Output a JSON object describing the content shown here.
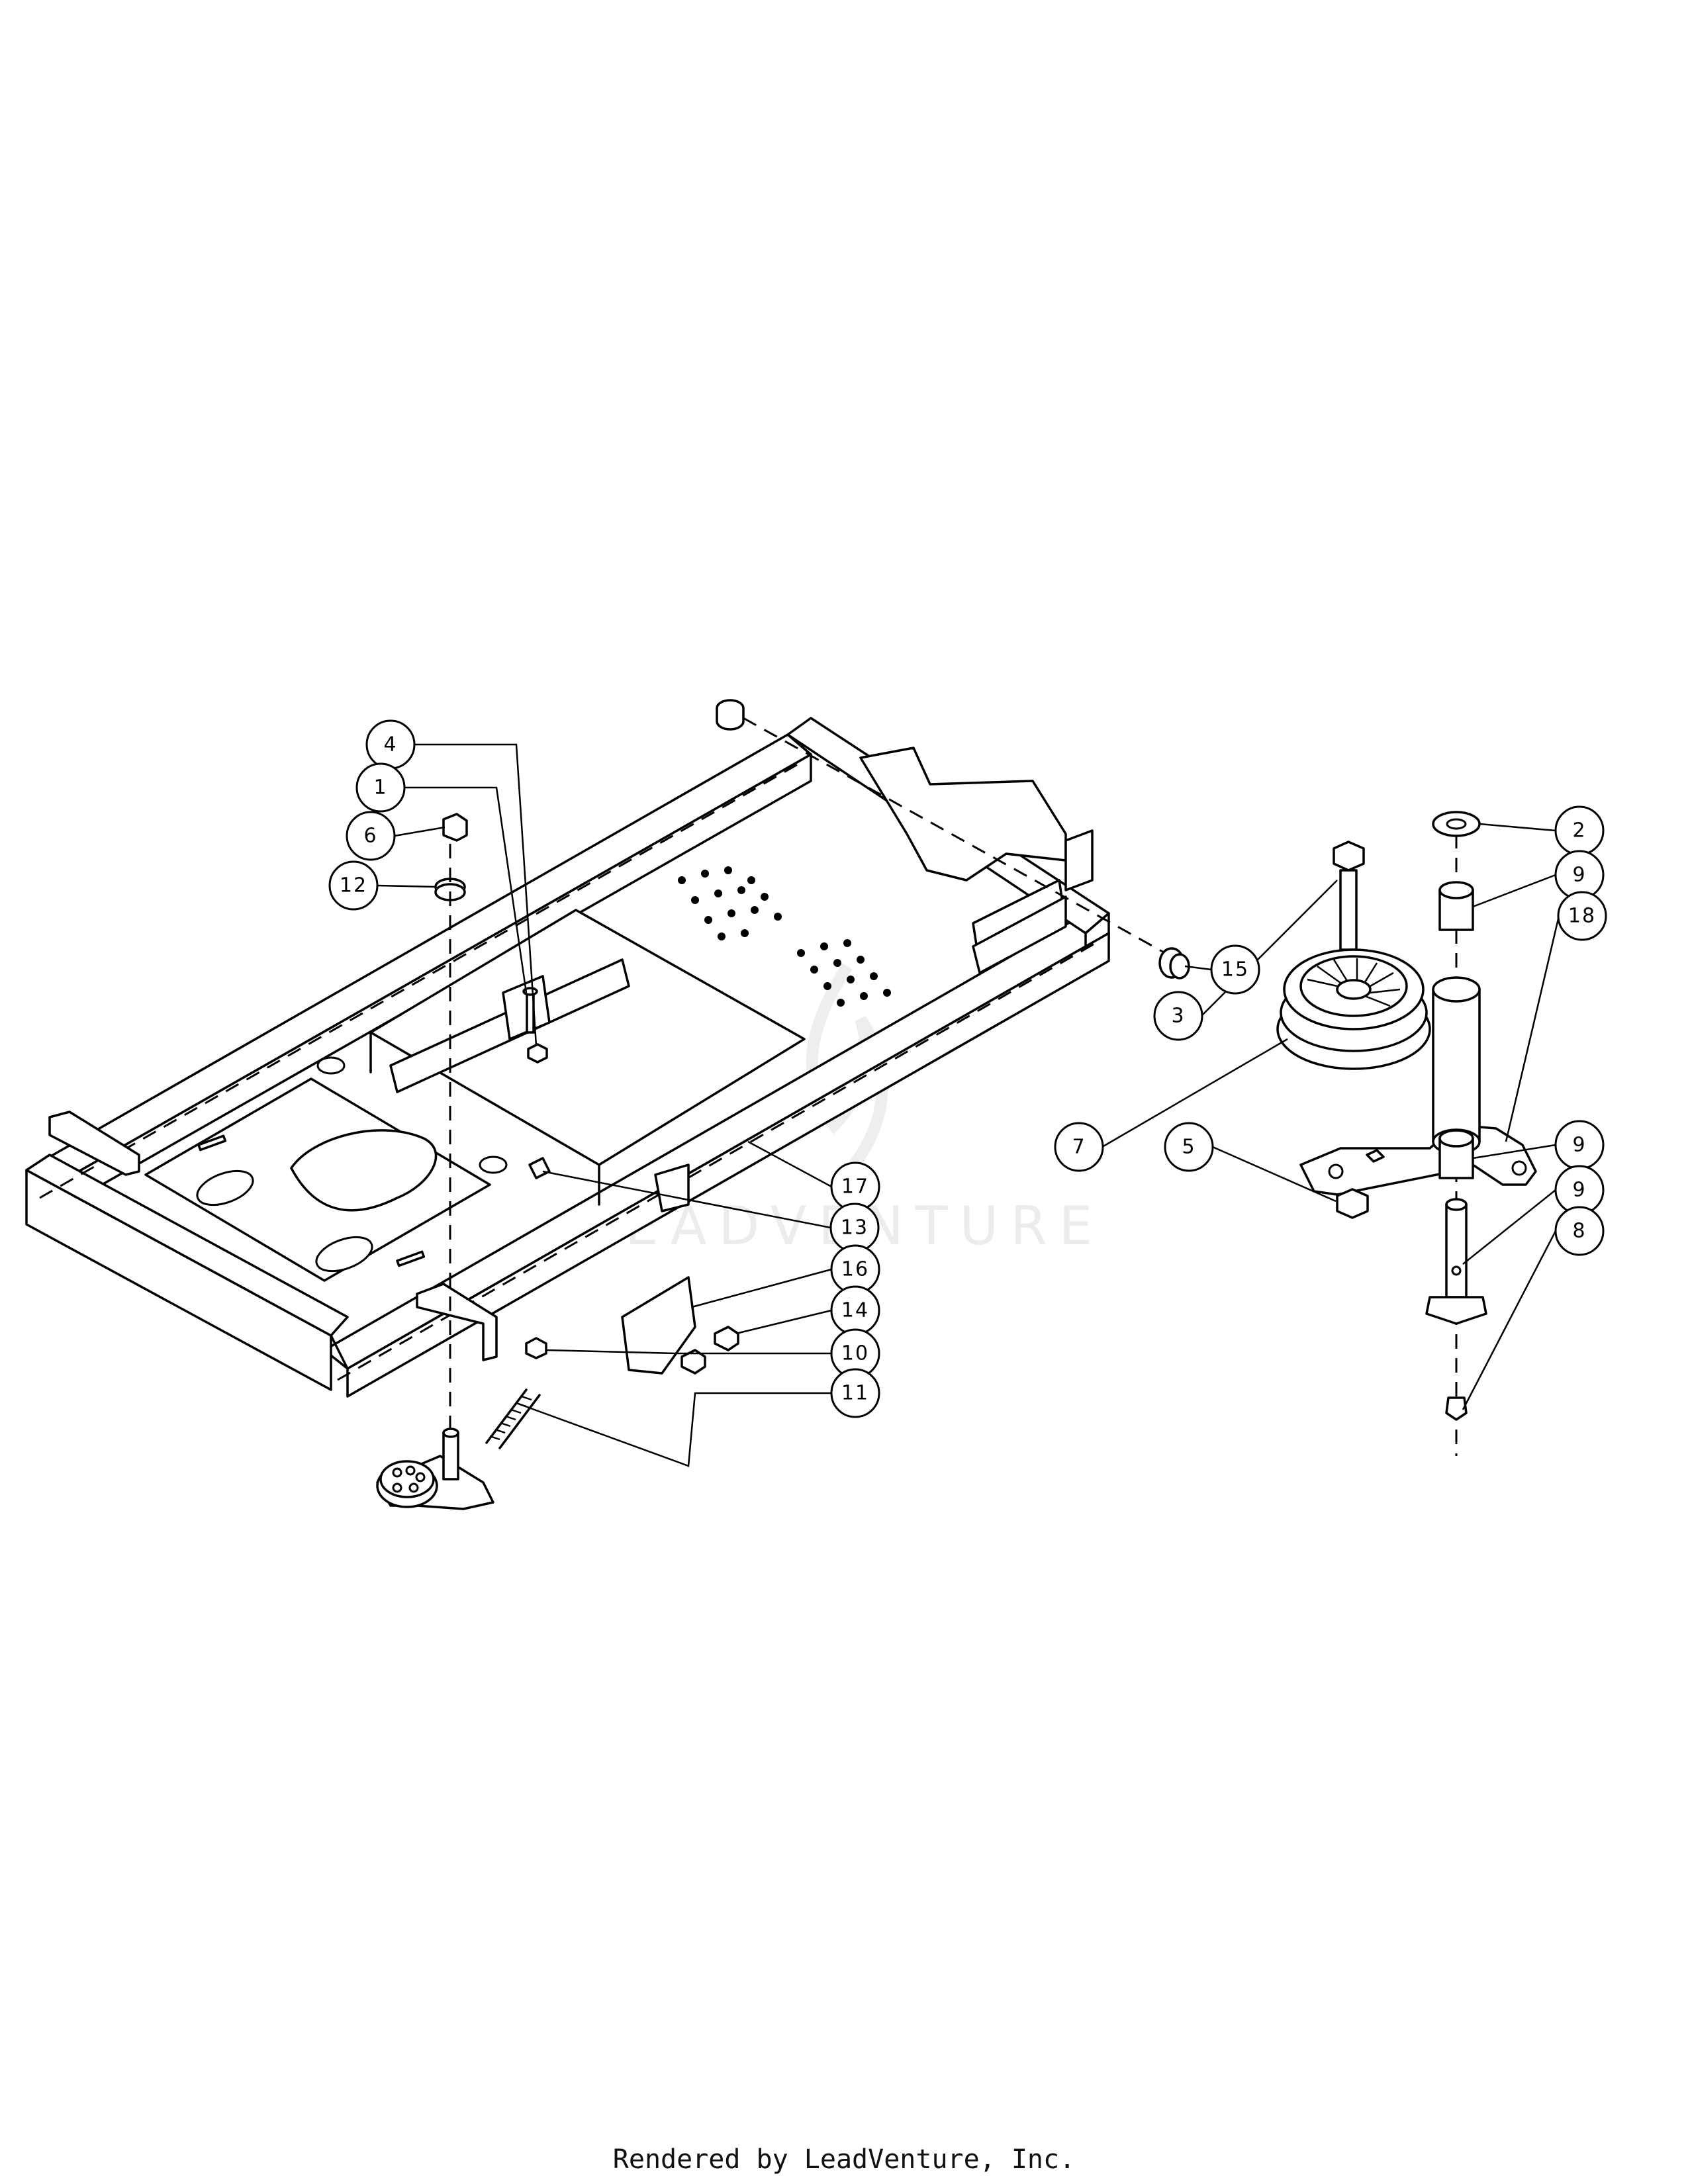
{
  "watermark": {
    "text": "LEADVENTURE"
  },
  "footer": {
    "text": "Rendered by LeadVenture, Inc."
  },
  "callouts": [
    {
      "id": "1",
      "label": "1"
    },
    {
      "id": "2",
      "label": "2"
    },
    {
      "id": "3",
      "label": "3"
    },
    {
      "id": "4",
      "label": "4"
    },
    {
      "id": "5",
      "label": "5"
    },
    {
      "id": "6",
      "label": "6"
    },
    {
      "id": "7",
      "label": "7"
    },
    {
      "id": "8",
      "label": "8"
    },
    {
      "id": "9a",
      "label": "9"
    },
    {
      "id": "9b",
      "label": "9"
    },
    {
      "id": "9c",
      "label": "9"
    },
    {
      "id": "10",
      "label": "10"
    },
    {
      "id": "11",
      "label": "11"
    },
    {
      "id": "12",
      "label": "12"
    },
    {
      "id": "13",
      "label": "13"
    },
    {
      "id": "14",
      "label": "14"
    },
    {
      "id": "15",
      "label": "15"
    },
    {
      "id": "16",
      "label": "16"
    },
    {
      "id": "17",
      "label": "17"
    },
    {
      "id": "18",
      "label": "18"
    }
  ]
}
